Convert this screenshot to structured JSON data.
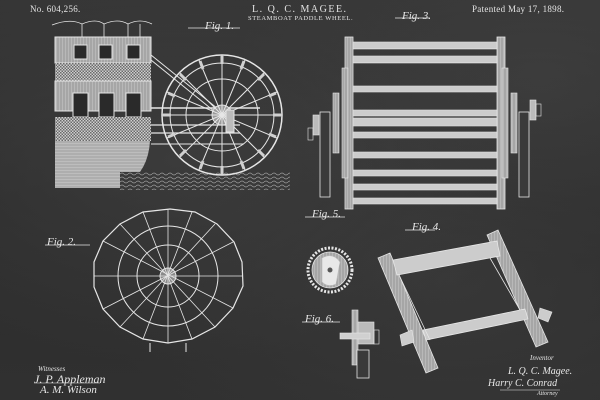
{
  "header": {
    "patent_number": "No. 604,256.",
    "inventor": "L. Q. C. MAGEE.",
    "title": "STEAMBOAT PADDLE WHEEL.",
    "patent_date": "Patented May 17, 1898."
  },
  "figures": [
    {
      "id": "fig1",
      "label": "Fig. 1.",
      "description": "Side view of steamboat with paddle wheel"
    },
    {
      "id": "fig2",
      "label": "Fig. 2.",
      "description": "Front view of paddle wheel"
    },
    {
      "id": "fig3",
      "label": "Fig. 3.",
      "description": "Paddle wheel plan view with side frames"
    },
    {
      "id": "fig4",
      "label": "Fig. 4.",
      "description": "Perspective of paddle frame"
    },
    {
      "id": "fig5",
      "label": "Fig. 5.",
      "description": "Toothed disc detail"
    },
    {
      "id": "fig6",
      "label": "Fig. 6.",
      "description": "Shaft bearing detail"
    }
  ],
  "footer": {
    "witnesses_label": "Witnesses",
    "witness_signature_1": "J. P. Appleman",
    "witness_signature_2": "A. M. Wilson",
    "inventor_label": "Inventor",
    "inventor_signature": "L. Q. C. Magee.",
    "attorney_signature": "Harry C. Conrad",
    "attorney_label": "Attorney"
  },
  "colors": {
    "background": "#2f2f2f",
    "ink": "#e4e4e4"
  }
}
